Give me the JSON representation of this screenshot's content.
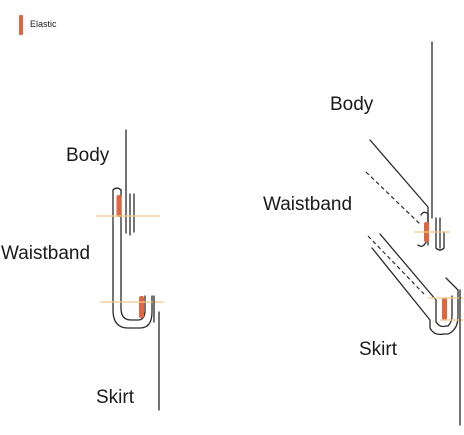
{
  "legend": {
    "label": "Elastic"
  },
  "left_diagram": {
    "body_label": "Body",
    "waistband_label": "Waistband",
    "skirt_label": "Skirt"
  },
  "right_diagram": {
    "body_label": "Body",
    "waistband_label": "Waistband",
    "skirt_label": "Skirt"
  },
  "colors": {
    "elastic": "#e0663f",
    "stitch_line": "#f0c98c",
    "line": "#2a2a2a"
  }
}
